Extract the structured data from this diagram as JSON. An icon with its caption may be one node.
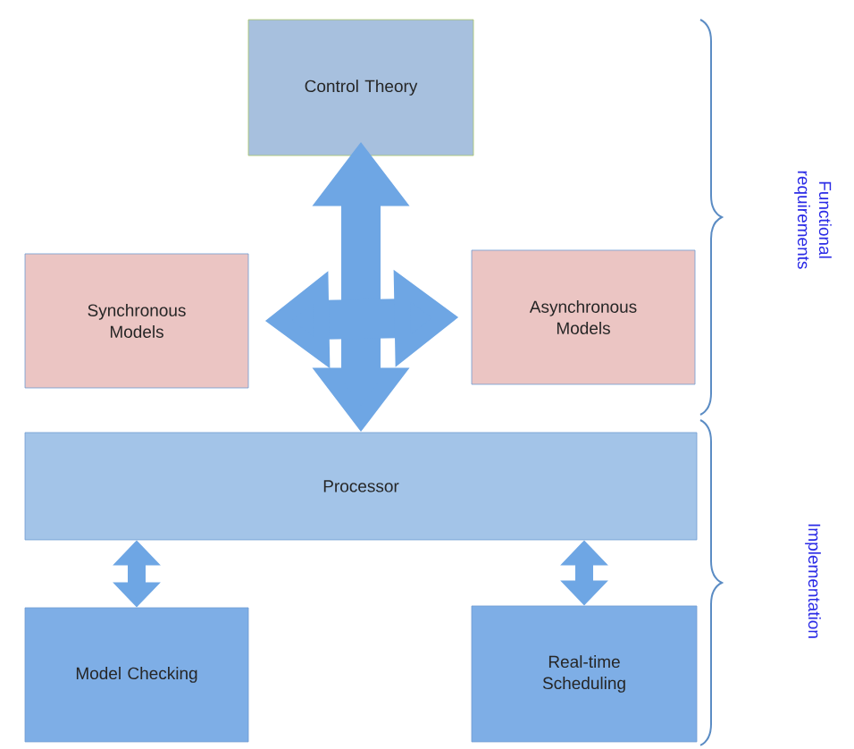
{
  "diagram": {
    "nodes": [
      {
        "text": [
          "Control Theory"
        ]
      },
      {
        "text": [
          "Synchronous Models"
        ]
      },
      {
        "text": [
          "Asynchronous Models"
        ]
      },
      {
        "text": [
          "Processor"
        ]
      },
      {
        "text": [
          "Model Checking"
        ]
      },
      {
        "text": [
          "Real-time Scheduling"
        ]
      }
    ],
    "edges": [
      {
        "from": 0,
        "to": 3,
        "arrow": "both",
        "style": "thick"
      },
      {
        "from": 1,
        "to": 2,
        "arrow": "both",
        "style": "thick"
      },
      {
        "from": 3,
        "to": 4,
        "arrow": "both"
      },
      {
        "from": 3,
        "to": 5,
        "arrow": "both"
      }
    ],
    "labels": [
      "Functional requirements",
      "Implementation"
    ]
  }
}
